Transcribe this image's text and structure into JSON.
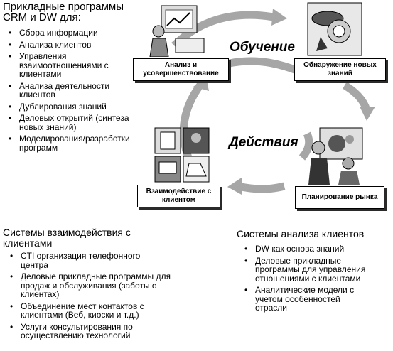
{
  "top_left": {
    "title_line1": "Прикладные программы",
    "title_line2": "CRM и DW для:",
    "items": [
      "Сбора информации",
      "Анализа клиентов",
      "Управления взаимоотношениями с клиентами",
      "Анализа деятельности клиентов",
      "Дублирования знаний",
      "Деловых открытий (синтеза новых знаний)",
      "Моделирования/разработки программ"
    ]
  },
  "cycle": {
    "label_learning": "Обучение",
    "label_actions": "Действия",
    "box_analysis": "Анализ и усовершенствование",
    "box_discovery": "Обнаружение новых знаний",
    "box_interaction": "Взаимодействие с клиентом",
    "box_planning": "Планирование рынка",
    "arrow_color": "#a6a6a6"
  },
  "bottom_left": {
    "title_line1": "Системы взаимодействия с",
    "title_line2": "клиентами",
    "items": [
      "CTI организация телефонного центра",
      "Деловые прикладные программы для продаж и обслуживания (заботы о клиентах)",
      "Объединение мест контактов с клиентами (Веб, киоски и т.д.)",
      "Услуги консультирования по осуществлению технологий"
    ]
  },
  "bottom_right": {
    "title": "Системы анализа клиентов",
    "items": [
      "DW как основа знаний",
      "Деловые прикладные программы для управления отношениями с клиентами",
      "Аналитические модели с учетом особенностей отрасли"
    ]
  }
}
